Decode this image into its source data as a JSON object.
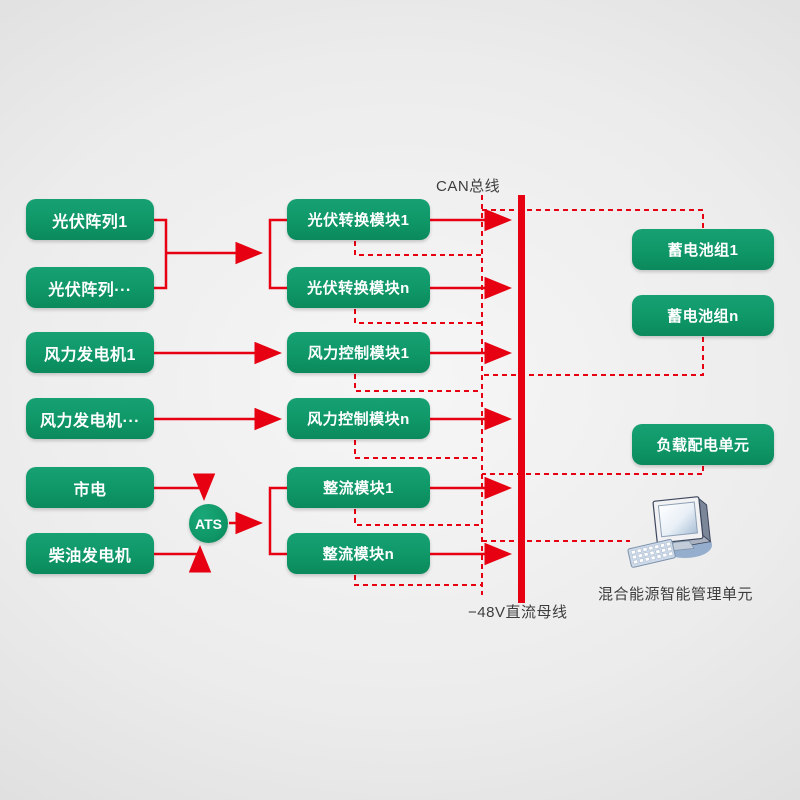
{
  "diagram": {
    "can_bus_label": "CAN总线",
    "dc_bus_label": "−48V直流母线",
    "ats_label": "ATS",
    "management_label": "混合能源智能管理单元",
    "sources": [
      {
        "label": "光伏阵列1"
      },
      {
        "label": "光伏阵列···"
      },
      {
        "label": "风力发电机1"
      },
      {
        "label": "风力发电机···"
      },
      {
        "label": "市电"
      },
      {
        "label": "柴油发电机"
      }
    ],
    "modules": [
      {
        "label": "光伏转换模块1"
      },
      {
        "label": "光伏转换模块n"
      },
      {
        "label": "风力控制模块1"
      },
      {
        "label": "风力控制模块n"
      },
      {
        "label": "整流模块1"
      },
      {
        "label": "整流模块n"
      }
    ],
    "right_units": [
      {
        "label": "蓄电池组1"
      },
      {
        "label": "蓄电池组n"
      },
      {
        "label": "负载配电单元"
      }
    ],
    "colors": {
      "box_green": "#0f9767",
      "line_red": "#e60012",
      "label_text": "#3d3d3d"
    }
  }
}
